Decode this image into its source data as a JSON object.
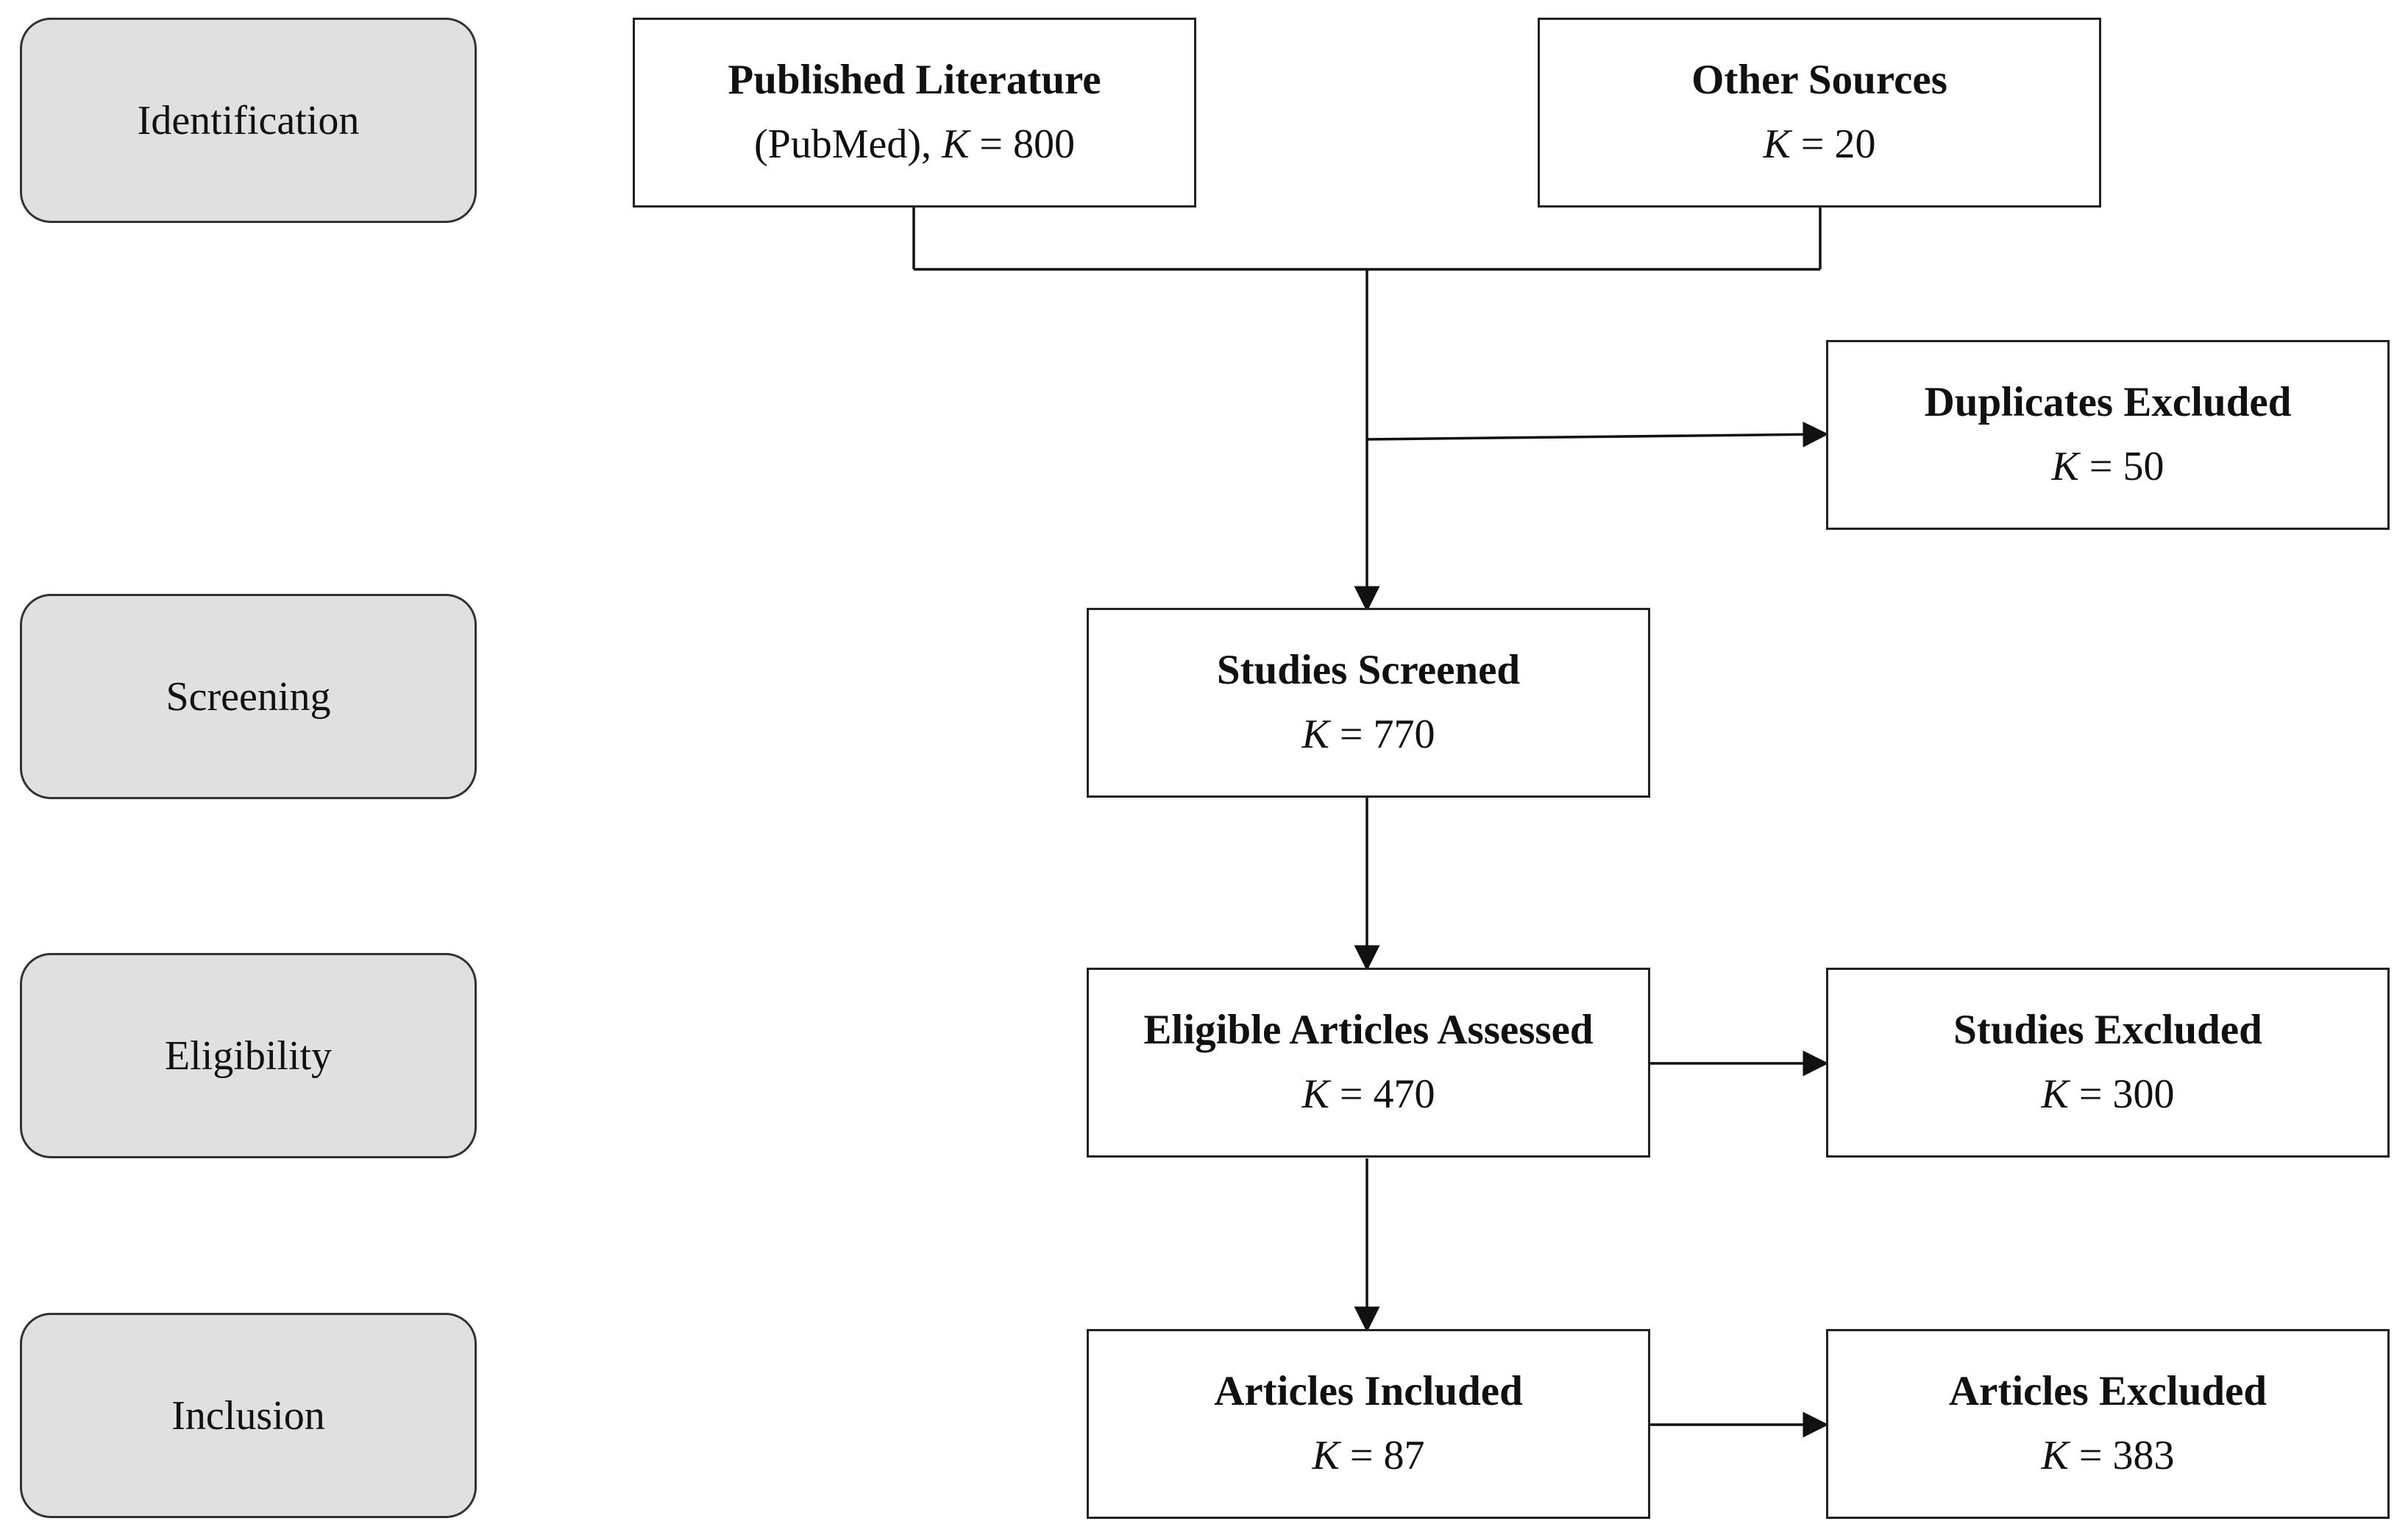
{
  "stages": {
    "identification": "Identification",
    "screening": "Screening",
    "eligibility": "Eligibility",
    "inclusion": "Inclusion"
  },
  "boxes": {
    "published_literature": {
      "title": "Published Literature",
      "prefix": "(PubMed), ",
      "k_label": "K",
      "value": "= 800"
    },
    "other_sources": {
      "title": "Other Sources",
      "prefix": "",
      "k_label": "K",
      "value": "= 20"
    },
    "duplicates_excluded": {
      "title": "Duplicates Excluded",
      "prefix": "",
      "k_label": "K",
      "value": "= 50"
    },
    "studies_screened": {
      "title": "Studies Screened",
      "prefix": "",
      "k_label": "K",
      "value": "= 770"
    },
    "eligible_assessed": {
      "title": "Eligible Articles Assessed",
      "prefix": "",
      "k_label": "K",
      "value": "= 470"
    },
    "studies_excluded": {
      "title": "Studies Excluded",
      "prefix": "",
      "k_label": "K",
      "value": "= 300"
    },
    "articles_included": {
      "title": "Articles Included",
      "prefix": "",
      "k_label": "K",
      "value": "= 87"
    },
    "articles_excluded": {
      "title": "Articles Excluded",
      "prefix": "",
      "k_label": "K",
      "value": "= 383"
    }
  },
  "colors": {
    "stage_fill": "#e0e0e0",
    "stroke": "#222222"
  }
}
